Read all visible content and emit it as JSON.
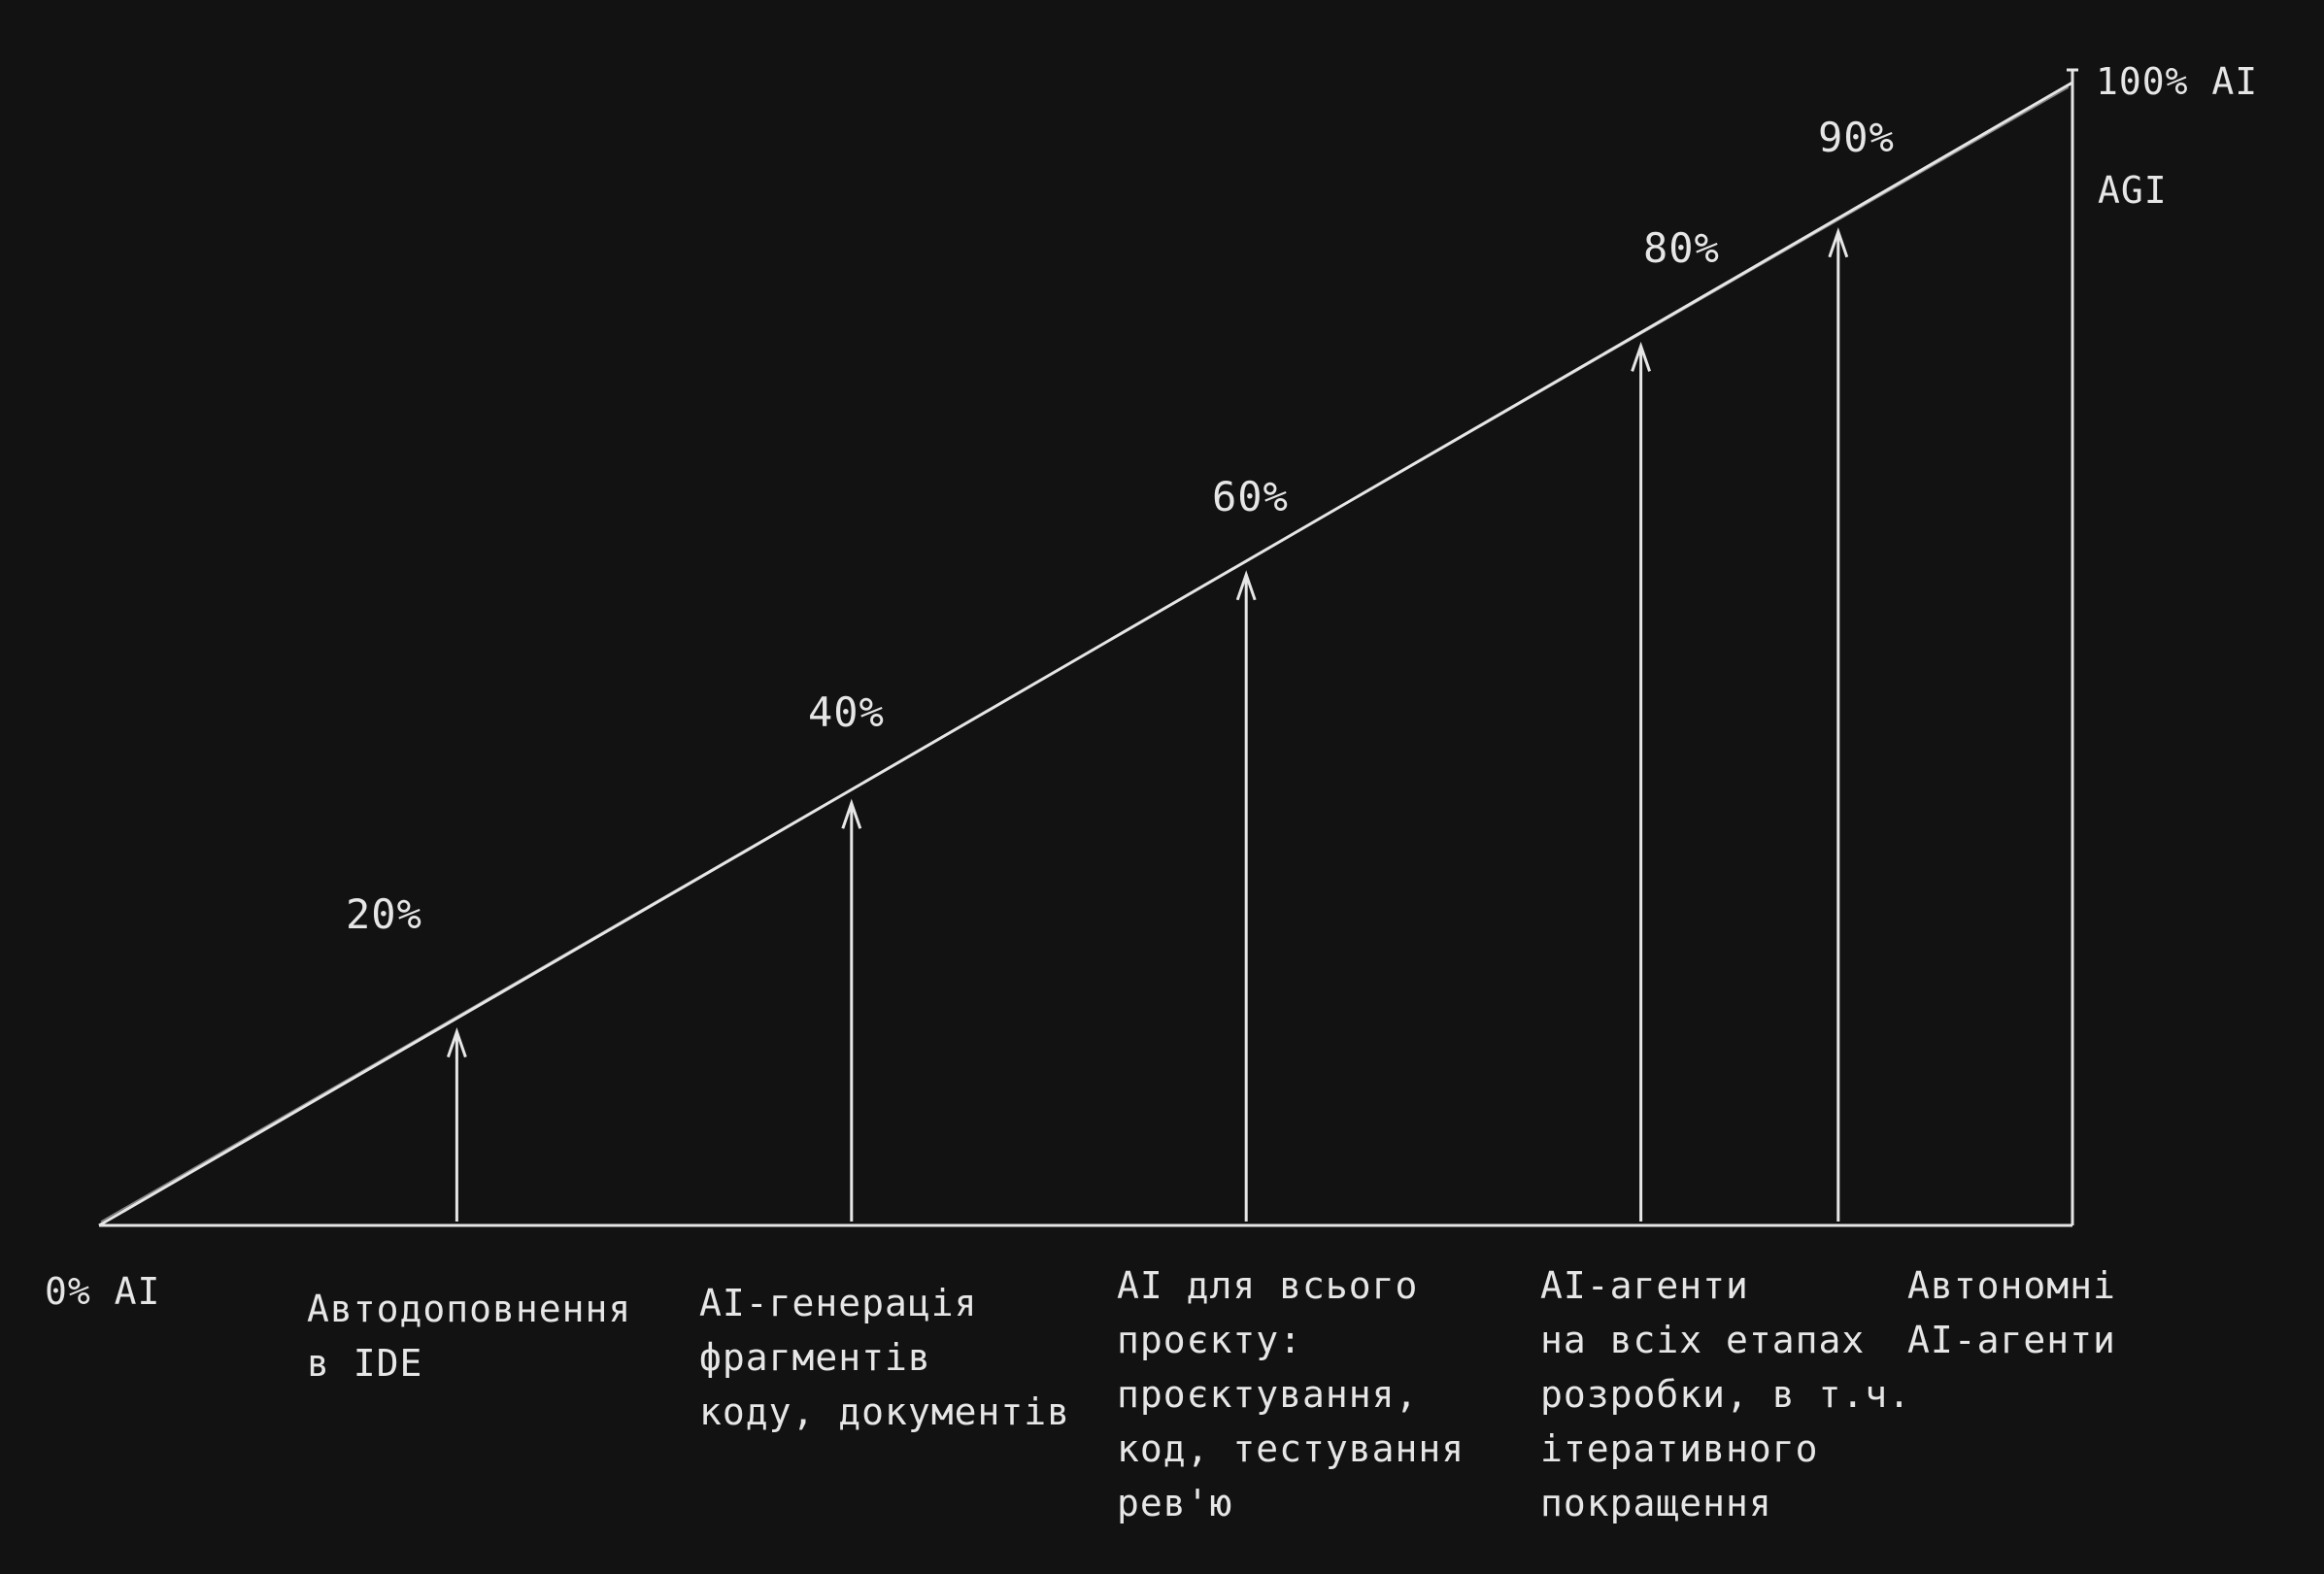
{
  "diagram": {
    "start_label": "0% AI",
    "end_label": "100% AI",
    "end_sublabel": "AGI",
    "stages": [
      {
        "percent": 20,
        "percent_label": "20%",
        "description": [
          "Автодоповнення",
          "в IDE"
        ]
      },
      {
        "percent": 40,
        "percent_label": "40%",
        "description": [
          "AI-генерація",
          "фрагментів",
          "коду, документів"
        ]
      },
      {
        "percent": 60,
        "percent_label": "60%",
        "description": [
          "AI для всього",
          "проєкту:",
          "проєктування,",
          "код, тестування",
          "рев'ю"
        ]
      },
      {
        "percent": 80,
        "percent_label": "80%",
        "description": [
          "AI-агенти",
          "на всіх етапах",
          "розробки, в т.ч.",
          "ітеративного",
          "покращення"
        ]
      },
      {
        "percent": 90,
        "percent_label": "90%",
        "description": [
          "Автономні",
          "AI-агенти"
        ]
      }
    ],
    "colors": {
      "background": "#121212",
      "stroke": "#e6e6e6"
    }
  }
}
